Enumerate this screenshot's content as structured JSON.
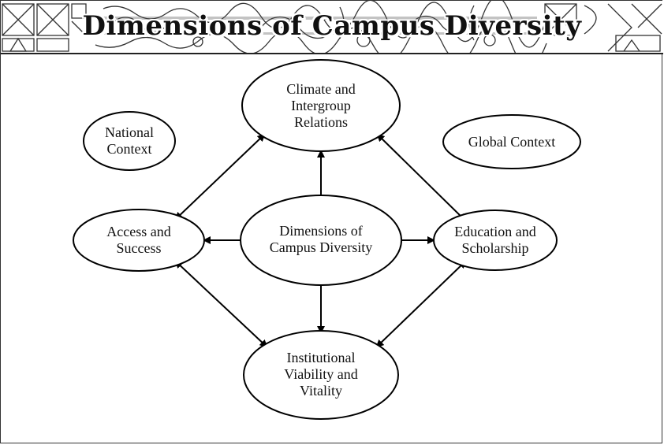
{
  "slide": {
    "title": "Dimensions of Campus Diversity"
  },
  "diagram": {
    "nodes": {
      "climate": "Climate and Intergroup Relations",
      "national": "National Context",
      "global": "Global Context",
      "access": "Access and Success",
      "center": "Dimensions of Campus Diversity",
      "education": "Education and Scholarship",
      "institutional": "Institutional Viability and Vitality"
    }
  }
}
